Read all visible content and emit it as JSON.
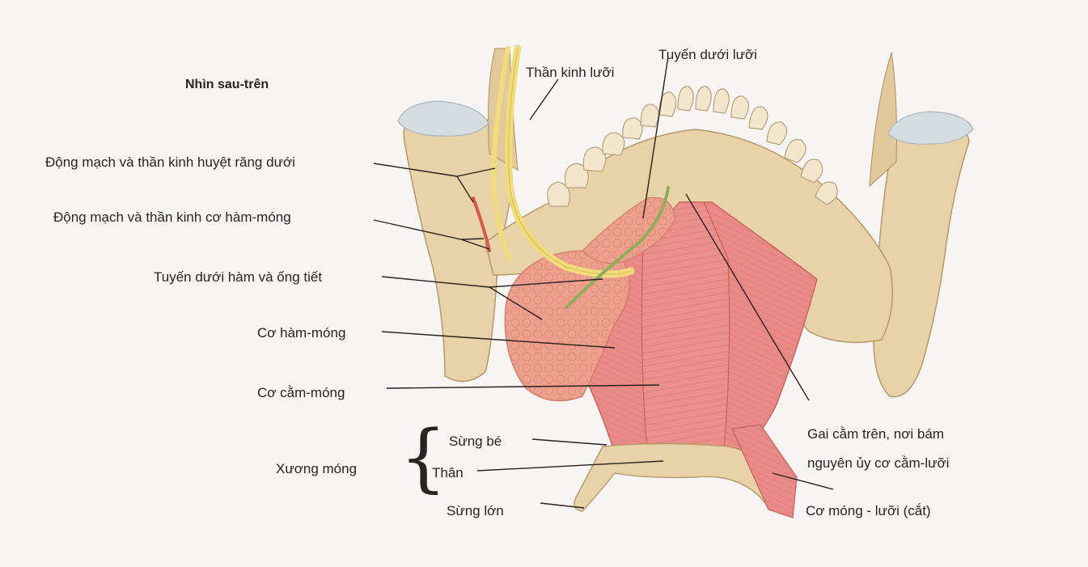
{
  "view_title": "Nhìn sau-trên",
  "labels": {
    "lingual_nerve": "Thần kinh lưỡi",
    "sublingual_gland": "Tuyến dưới lưỡi",
    "inferior_alveolar": "Động mạch và thần kinh huyệt răng dưới",
    "mylohyoid_nerve": "Động mạch và thần kinh cơ hàm-móng",
    "submandibular_gland": "Tuyến dưới hàm và ống tiết",
    "mylohyoid_muscle": "Cơ hàm-móng",
    "geniohyoid_muscle": "Cơ cằm-móng",
    "mental_spine_line1": "Gai cằm trên, nơi bám",
    "mental_spine_line2": "nguyên ủy cơ cằm-lưỡi",
    "hyoid_bone": "Xương móng",
    "lesser_horn": "Sừng bé",
    "body": "Thân",
    "greater_horn": "Sừng lớn",
    "hyoglossus": "Cơ móng - lưỡi (cắt)"
  },
  "colors": {
    "bone": "#e8d2a8",
    "bone_shadow": "#c9a878",
    "muscle": "#e98a86",
    "muscle_dark": "#c9605c",
    "gland": "#eea08e",
    "nerve": "#f1dc7a",
    "duct": "#8fae5a",
    "cartilage": "#d4dde2",
    "leader": "#2a2320"
  }
}
